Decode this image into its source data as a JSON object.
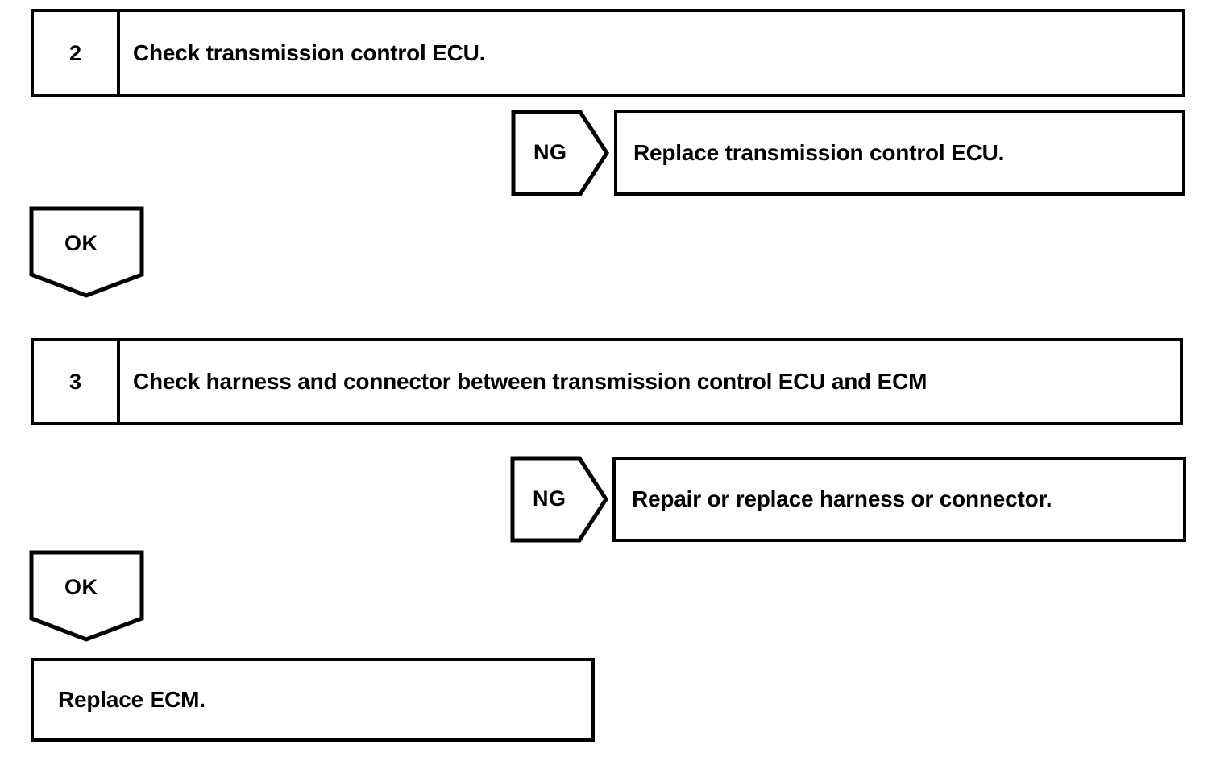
{
  "diagram": {
    "type": "troubleshooting-flowchart",
    "steps": [
      {
        "number": "2",
        "text": "Check transmission control ECU."
      },
      {
        "number": "3",
        "text": "Check harness and connector between transmission control ECU and ECM"
      }
    ],
    "branches": [
      {
        "label": "NG",
        "action": "Replace transmission control ECU."
      },
      {
        "label": "OK"
      },
      {
        "label": "NG",
        "action": "Repair or replace harness or connector."
      },
      {
        "label": "OK"
      }
    ],
    "ng_label_1": "NG",
    "ng_action_1": "Replace transmission control ECU.",
    "ok_label_1": "OK",
    "ng_label_2": "NG",
    "ng_action_2": "Repair or replace harness or connector.",
    "ok_label_2": "OK",
    "final_action": "Replace ECM.",
    "colors": {
      "line": "#000000",
      "background": "#ffffff",
      "text": "#000000"
    }
  }
}
